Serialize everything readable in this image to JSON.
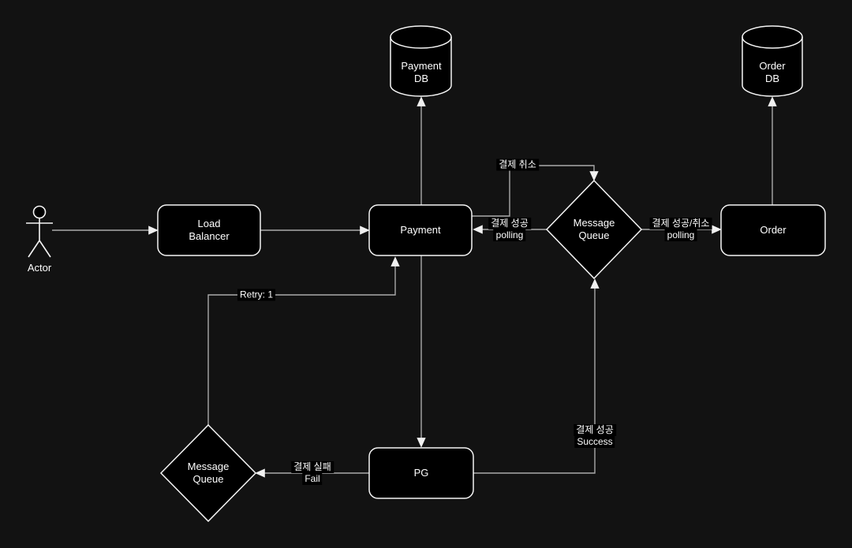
{
  "colors": {
    "canvas_bg": "#121212",
    "shape_fill": "#000000",
    "shape_stroke": "#f5f5f5",
    "edge_stroke": "#a9a9a9",
    "arrowhead": "#f0f0f0",
    "label_bg": "#000000",
    "text": "#ffffff"
  },
  "nodes": {
    "actor": {
      "label": "Actor"
    },
    "load_balancer": {
      "line1": "Load",
      "line2": "Balancer"
    },
    "payment": {
      "label": "Payment"
    },
    "payment_db": {
      "line1": "Payment",
      "line2": "DB"
    },
    "pg": {
      "label": "PG"
    },
    "order": {
      "label": "Order"
    },
    "order_db": {
      "line1": "Order",
      "line2": "DB"
    },
    "message_queue_right": {
      "line1": "Message",
      "line2": "Queue"
    },
    "message_queue_bottom": {
      "line1": "Message",
      "line2": "Queue"
    }
  },
  "edge_labels": {
    "cancel": {
      "label": "결제 취소"
    },
    "success_polling": {
      "line1": "결제 성공",
      "line2": "polling"
    },
    "success_cancel_polling": {
      "line1": "결제 성공/취소",
      "line2": "polling"
    },
    "retry": {
      "label": "Retry: 1"
    },
    "fail": {
      "line1": "결제 실패",
      "line2": "Fail"
    },
    "success": {
      "line1": "결제 성공",
      "line2": "Success"
    }
  }
}
